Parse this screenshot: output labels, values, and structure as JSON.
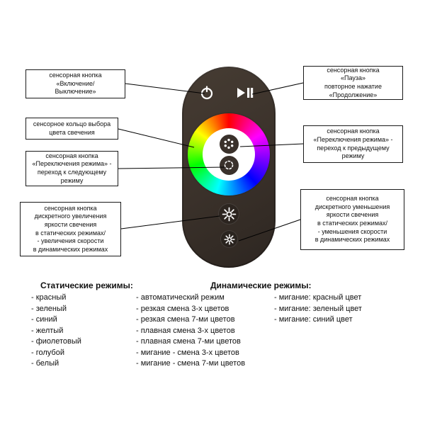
{
  "callouts": [
    {
      "side": "left",
      "target": "power-button",
      "text": "сенсорная кнопка\n«Включение/\nВыключение»"
    },
    {
      "side": "left",
      "target": "color-ring",
      "text": "сенсорное кольцо выбора\nцвета свечения"
    },
    {
      "side": "left",
      "target": "mode-next-button",
      "text": "сенсорная кнопка\n«Переключения режима» -\nпереход к следующему\nрежиму"
    },
    {
      "side": "left",
      "target": "brightness-up-button",
      "text": "сенсорная кнопка\nдискретного увеличения\nяркости свечения\nв статических режимах/\n- увеличения скорости\nв динамических режимах"
    },
    {
      "side": "right",
      "target": "play-pause-button",
      "text": "сенсорная кнопка\n«Пауза»\nповторное нажатие\n«Продолжение»"
    },
    {
      "side": "right",
      "target": "mode-prev-button",
      "text": "сенсорная кнопка\n«Переключения режима» -\nпереход к предыдущему\nрежиму"
    },
    {
      "side": "right",
      "target": "brightness-down-button",
      "text": "сенсорная кнопка\nдискретного уменьшения\nяркости свечения\nв статических режимах/\n- уменьшения скорости\nв динамических режимах"
    }
  ],
  "lists": {
    "static": {
      "header": "Статические режимы:",
      "items": [
        "- красный",
        "- зеленый",
        "- синий",
        "- желтый",
        "- фиолетовый",
        "- голубой",
        "- белый"
      ]
    },
    "dynamic": {
      "header": "Динамические режимы:",
      "col1": [
        "- автоматический режим",
        "- резкая смена 3-х цветов",
        "- резкая смена 7-ми цветов",
        "- плавная смена 3-х цветов",
        "- плавная смена 7-ми цветов",
        "- мигание - смена 3-х цветов",
        "- мигание - смена 7-ми цветов"
      ],
      "col2": [
        "- мигание: красный цвет",
        "- мигание: зеленый цвет",
        "- мигание: синий цвет"
      ]
    }
  },
  "icons": {
    "power": "power-icon",
    "play_pause": "play-pause-icon",
    "mode_prev": "dots-mode-icon",
    "mode_next": "dotted-circle-mode-icon",
    "brightness_up": "brightness-up-sun-icon",
    "brightness_down": "brightness-down-sun-icon"
  },
  "colors": {
    "remote_body": "#3a312b",
    "callout_border": "#1a1a1a",
    "text": "#111111",
    "ring_gradient": [
      "#ff0000",
      "#ff00ff",
      "#0000ff",
      "#00ffff",
      "#00ff00",
      "#ffff00",
      "#ff0000"
    ]
  }
}
